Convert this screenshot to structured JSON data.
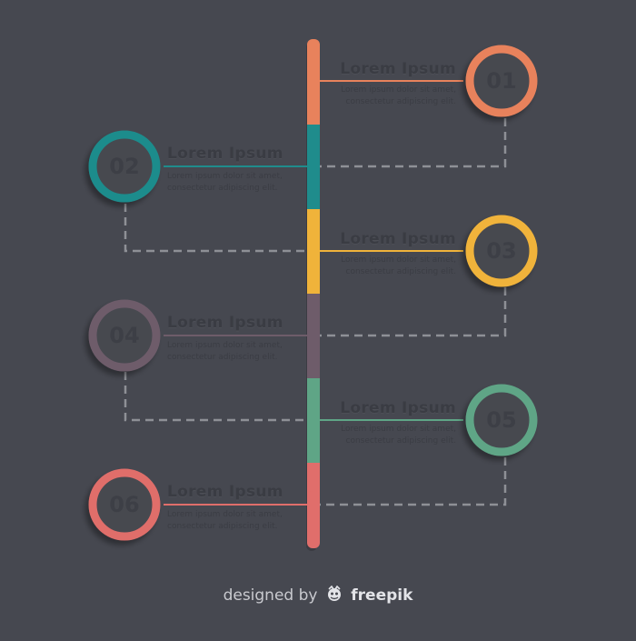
{
  "colors": {
    "background": "#464850",
    "step1": "#e8825c",
    "step2": "#1f8c8c",
    "step3": "#f0b33a",
    "step4": "#6e5c6a",
    "step5": "#5fa586",
    "step6": "#e06e6b",
    "dashes": "#8e9096"
  },
  "steps": [
    {
      "number": "01",
      "heading": "Lorem Ipsum",
      "text": "Lorem ipsum dolor sit amet, consectetur adipiscing elit."
    },
    {
      "number": "02",
      "heading": "Lorem Ipsum",
      "text": "Lorem ipsum dolor sit amet, consectetur adipiscing elit."
    },
    {
      "number": "03",
      "heading": "Lorem Ipsum",
      "text": "Lorem ipsum dolor sit amet, consectetur adipiscing elit."
    },
    {
      "number": "04",
      "heading": "Lorem Ipsum",
      "text": "Lorem ipsum dolor sit amet, consectetur adipiscing elit."
    },
    {
      "number": "05",
      "heading": "Lorem Ipsum",
      "text": "Lorem ipsum dolor sit amet, consectetur adipiscing elit."
    },
    {
      "number": "06",
      "heading": "Lorem Ipsum",
      "text": "Lorem ipsum dolor sit amet, consectetur adipiscing elit."
    }
  ],
  "footer": {
    "prefix": "designed by",
    "logo_icon": "freepik-logo-icon",
    "brand": "freepik"
  }
}
